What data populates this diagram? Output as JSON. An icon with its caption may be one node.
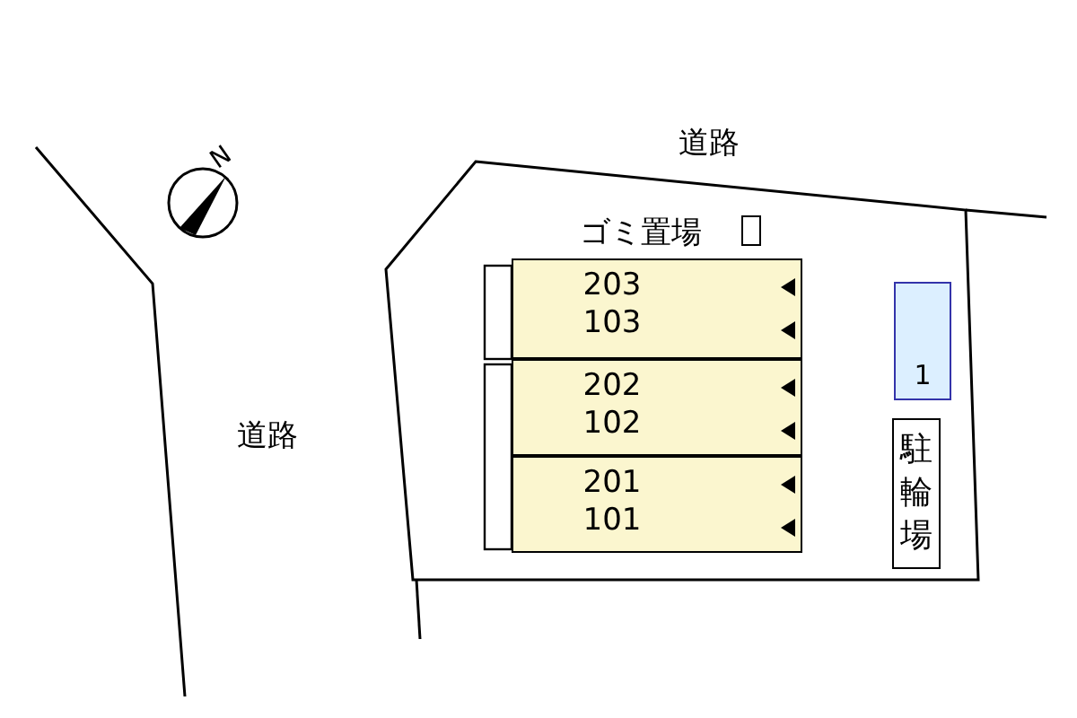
{
  "diagram": {
    "nodes": [
      {
        "text": [],
        "shape": "box"
      },
      {
        "text": [
          "ゴミ置場"
        ],
        "in": 0
      },
      {
        "text": [
          "203 103"
        ],
        "in": 0
      },
      {
        "text": [
          "202 102"
        ],
        "in": 0
      },
      {
        "text": [
          "201 101"
        ],
        "in": 0
      },
      {
        "text": [
          "1"
        ],
        "in": 0
      },
      {
        "text": [
          "駐輪場"
        ],
        "in": 0
      }
    ],
    "labels": [
      "道路",
      "N",
      "道路"
    ]
  }
}
